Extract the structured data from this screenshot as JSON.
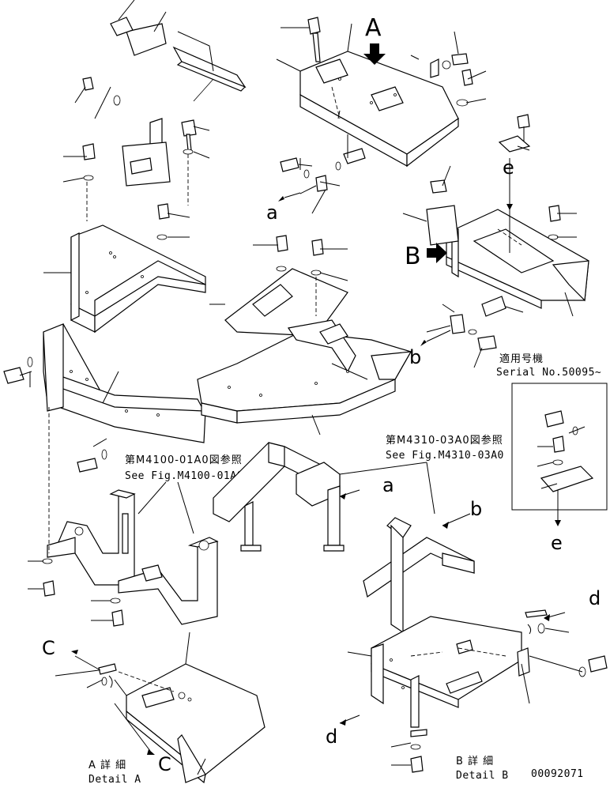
{
  "drawing": {
    "callouts": {
      "detail_a_letter": "A",
      "detail_b_letter": "B",
      "ref_a": "a",
      "ref_b": "b",
      "ref_c": "C",
      "ref_d": "d",
      "ref_e": "e"
    },
    "serial_note": {
      "jp": "適用号機",
      "en": "Serial No.50095~"
    },
    "fig_refs": {
      "m4100_jp": "第M4100-01A0図参照",
      "m4100_en": "See Fig.M4100-01A0",
      "m4310_jp": "第M4310-03A0図参照",
      "m4310_en": "See Fig.M4310-03A0"
    },
    "detail_titles": {
      "a_jp": "A 詳 細",
      "a_en": "Detail A",
      "b_jp": "B 詳 細",
      "b_en": "Detail B"
    },
    "drawing_number": "00092071"
  }
}
